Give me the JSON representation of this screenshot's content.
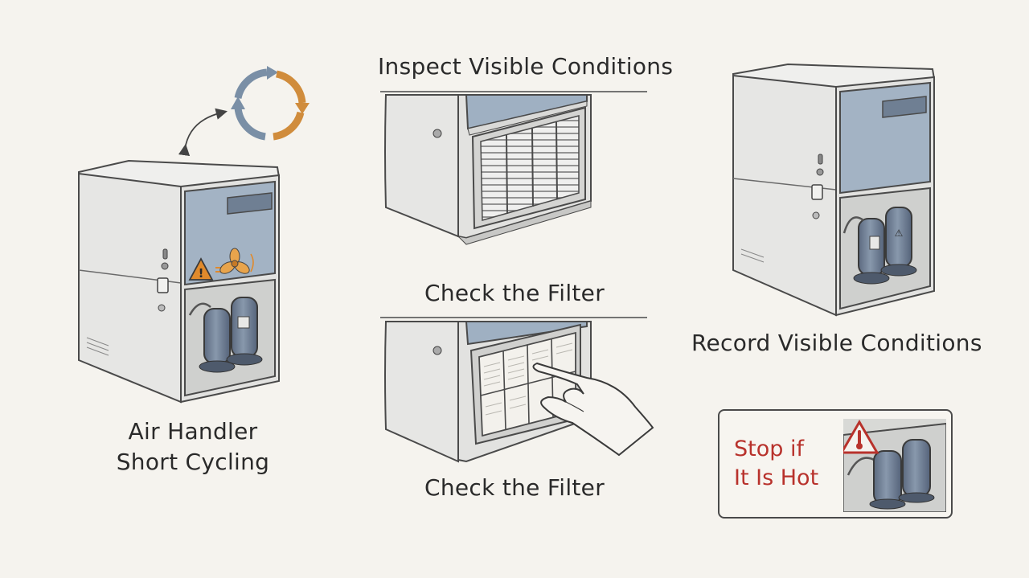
{
  "colors": {
    "background": "#f5f3ee",
    "cabinet": "#e4e4e2",
    "panel_blue": "#a3b3c4",
    "outline": "#4a4a4a",
    "compressor": "#6d7c92",
    "arrow_blue": "#7a8fa6",
    "arrow_orange": "#d08c3c",
    "warning_orange": "#e08a2c",
    "stop_red": "#b8322c"
  },
  "labels": {
    "unit_title_line1": "Air Handler",
    "unit_title_line2": "Short Cycling",
    "inspect": "Inspect Visible Conditions",
    "check_filter_top": "Check the Filter",
    "check_filter_bottom": "Check the Filter",
    "record": "Record Visible Conditions"
  },
  "warning": {
    "line1": "Stop if",
    "line2": "It Is Hot"
  },
  "icons": [
    "cycle-arrows-icon",
    "warning-triangle-icon",
    "fan-icon",
    "thermometer-warning-icon",
    "hand-icon"
  ]
}
